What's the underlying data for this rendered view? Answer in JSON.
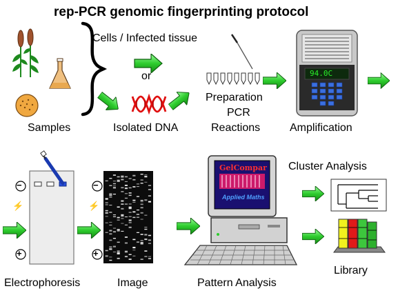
{
  "title": "rep-PCR genomic fingerprinting protocol",
  "labels": {
    "samples": "Samples",
    "cells": "Cells / Infected tissue",
    "or": "or",
    "isolated_dna": "Isolated DNA",
    "preparation": "Preparation",
    "pcr": "PCR",
    "reactions": "Reactions",
    "amplification": "Amplification",
    "electrophoresis": "Electrophoresis",
    "image": "Image",
    "pattern_analysis": "Pattern Analysis",
    "cluster_analysis": "Cluster Analysis",
    "library": "Library"
  },
  "thermocycler_display": "94.0C",
  "monitor_logo": {
    "line1": "GelCompar",
    "line2": "Applied Maths"
  },
  "gel_symbols": {
    "minus": "−",
    "plus": "+",
    "voltage": "⚡"
  },
  "colors": {
    "arrow_green": "#2ecc2e",
    "arrow_dark": "#0f5f0f",
    "plant_green": "#1e8a1e",
    "wheat_brown": "#a0522d",
    "dna_red": "#e01010",
    "lcd_green": "#2af02a",
    "library_bars": [
      "#f2f21e",
      "#e01a1a",
      "#3dc63d",
      "#2db02d"
    ]
  }
}
